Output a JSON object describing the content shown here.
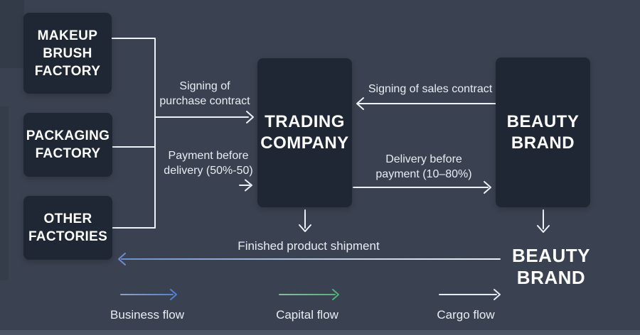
{
  "theme": {
    "bg": "#3a4150",
    "box": "#1f2734",
    "line": "#edf2f8",
    "text": "#e8edf4",
    "blue": "#5181d3",
    "green": "#4fb378",
    "shipBlue": "#6b8ec9"
  },
  "nodes": {
    "makeup": {
      "line1": "MAKEUP",
      "line2": "BRUSH",
      "line3": "FACTORY"
    },
    "packaging": {
      "line1": "PACKAGING",
      "line2": "FACTORY"
    },
    "other": {
      "line1": "OTHER",
      "line2": "FACTORIES"
    },
    "trading": {
      "line1": "TRADING",
      "line2": "COMPANY"
    },
    "beauty": {
      "line1": "BEAUTY",
      "line2": "BRAND"
    },
    "beautyBottom": {
      "line1": "BEAUTY",
      "line2": "BRAND"
    }
  },
  "edges": {
    "purchase": {
      "line1": "Signing of",
      "line2": "purchase contract"
    },
    "payment": {
      "line1": "Payment before",
      "line2": "delivery (50%-50)"
    },
    "sales": {
      "label": "Signing of sales contract"
    },
    "delivery": {
      "line1": "Delivery before",
      "line2": "payment (10–80%)"
    },
    "shipment": {
      "label": "Finished product shipment"
    }
  },
  "legend": [
    {
      "label": "Business flow",
      "color": "#5181d3"
    },
    {
      "label": "Capital flow",
      "color": "#4fb378"
    },
    {
      "label": "Cargo flow",
      "color": "#e8edf4"
    }
  ]
}
